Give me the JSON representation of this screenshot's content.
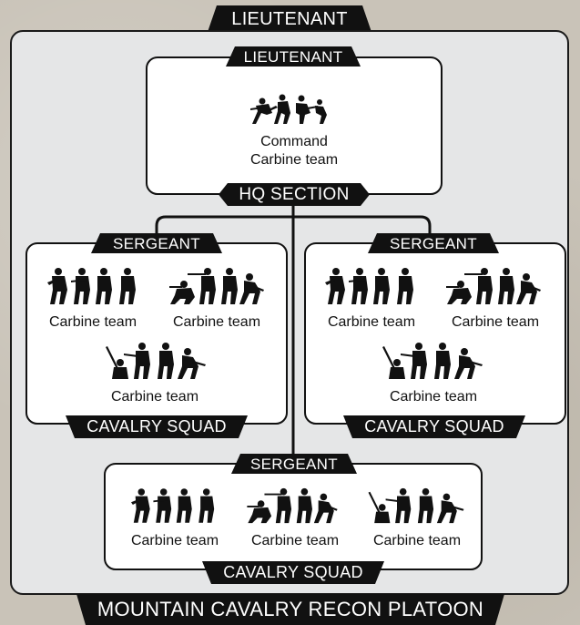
{
  "top_title": "LIEUTENANT",
  "bottom_title": "MOUNTAIN CAVALRY RECON PLATOON",
  "hq": {
    "title": "LIEUTENANT",
    "unit_line1": "Command",
    "unit_line2": "Carbine team",
    "section_label": "HQ SECTION"
  },
  "squads": [
    {
      "leader": "SERGEANT",
      "name": "CAVALRY SQUAD",
      "teams": [
        "Carbine team",
        "Carbine team",
        "Carbine team"
      ]
    },
    {
      "leader": "SERGEANT",
      "name": "CAVALRY SQUAD",
      "teams": [
        "Carbine team",
        "Carbine team",
        "Carbine team"
      ]
    },
    {
      "leader": "SERGEANT",
      "name": "CAVALRY SQUAD",
      "teams": [
        "Carbine team",
        "Carbine team",
        "Carbine team"
      ]
    }
  ],
  "icons": {
    "soldier_group": "soldier-silhouette-group-icon",
    "connector": "org-chart-connector"
  },
  "colors": {
    "background": "#c9c3b8",
    "frame": "#e5e6e7",
    "box": "#ffffff",
    "ink": "#111111"
  }
}
